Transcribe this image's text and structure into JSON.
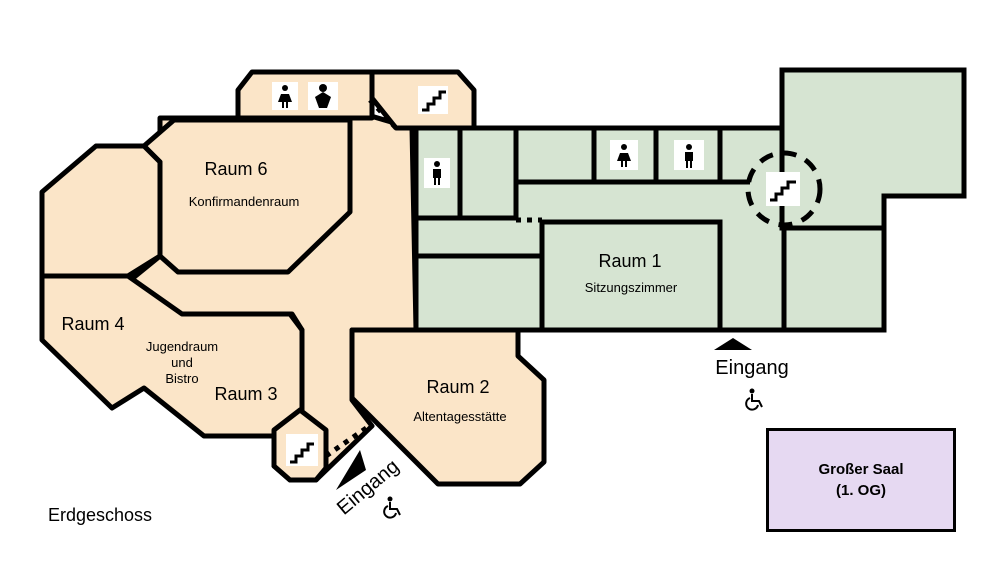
{
  "floor_label": "Erdgeschoss",
  "rooms": [
    {
      "name": "Raum 6",
      "subtitle": "Konfirmandenraum"
    },
    {
      "name": "Raum 4",
      "subtitle": ""
    },
    {
      "name": "Raum 3",
      "subtitle": ""
    },
    {
      "name": "Raum 2",
      "subtitle": "Altentagesstätte"
    },
    {
      "name": "Raum 1",
      "subtitle": "Sitzungszimmer"
    }
  ],
  "shared_room_text": [
    "Jugendraum",
    "und",
    "Bistro"
  ],
  "entrances": [
    "Eingang",
    "Eingang"
  ],
  "upper_floor_box": {
    "title": "Großer Saal",
    "floor": "(1. OG)"
  },
  "colors": {
    "wing_main": "#fbe5c8",
    "wing_east": "#d6e4d2",
    "upper_floor": "#e6d9f2"
  },
  "icons": [
    "female-toilet-icon",
    "baby-changing-icon",
    "stairs-icon",
    "male-toilet-icon",
    "wheelchair-icon",
    "entrance-arrow-icon"
  ]
}
